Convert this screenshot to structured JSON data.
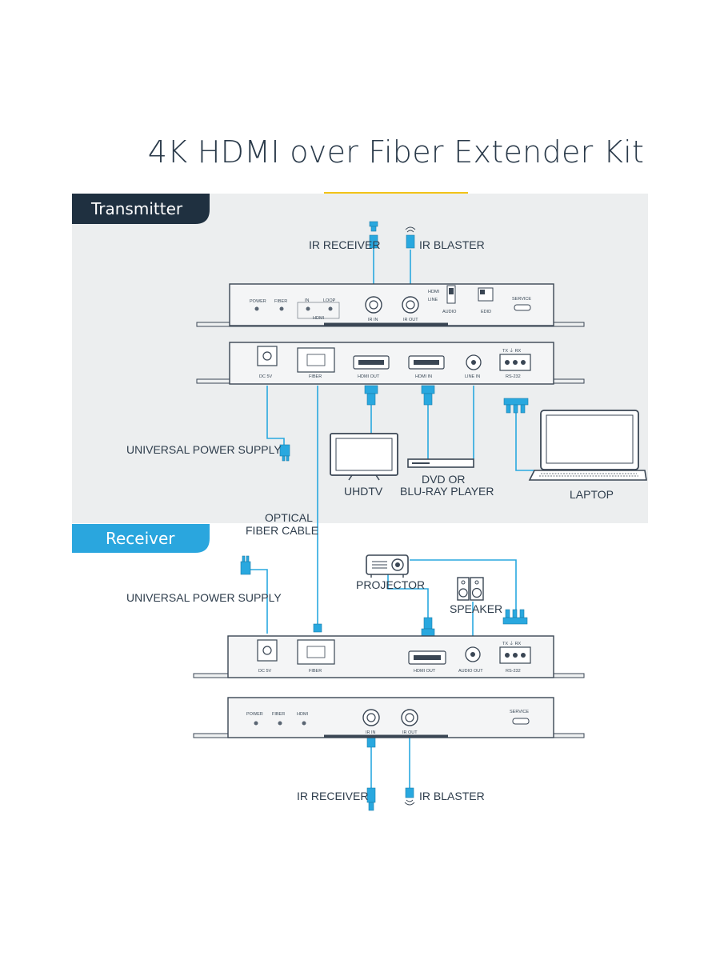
{
  "title": "4K HDMI over Fiber Extender Kit",
  "sections": {
    "transmitter": "Transmitter",
    "receiver": "Receiver"
  },
  "labels": {
    "tx_ir_receiver": "IR RECEIVER",
    "tx_ir_blaster": "IR BLASTER",
    "tx_power_supply": "UNIVERSAL POWER SUPPLY",
    "uhdtv": "UHDTV",
    "dvd_line1": "DVD OR",
    "dvd_line2": "BLU-RAY PLAYER",
    "laptop": "LAPTOP",
    "fiber_line1": "OPTICAL",
    "fiber_line2": "FIBER CABLE",
    "projector": "PROJECTOR",
    "speaker": "SPEAKER",
    "rx_power_supply": "UNIVERSAL POWER SUPPLY",
    "rx_ir_receiver": "IR RECEIVER",
    "rx_ir_blaster": "IR BLASTER"
  },
  "tx_front": {
    "power": "POWER",
    "fiber": "FIBER",
    "in": "IN",
    "loop": "LOOP",
    "hdmi": "HDMI",
    "ir_in": "IR IN",
    "ir_out": "IR OUT",
    "audio_hdmi": "HDMI",
    "audio_line": "LINE",
    "audio": "AUDIO",
    "edid": "EDID",
    "service": "SERVICE"
  },
  "tx_back": {
    "dc5v": "DC 5V",
    "fiber": "FIBER",
    "hdmi_out": "HDMI OUT",
    "hdmi_in": "HDMI IN",
    "line_in": "LINE  IN",
    "tx_rx": "TX  ⏚  RX",
    "rs232": "RS-232"
  },
  "rx_back": {
    "dc5v": "DC 5V",
    "fiber": "FIBER",
    "hdmi_out": "HDMI OUT",
    "audio_out": "AUDIO OUT",
    "tx_rx": "TX  ⏚  RX",
    "rs232": "RS-232"
  },
  "rx_front": {
    "power": "POWER",
    "fiber": "FIBER",
    "hdmi": "HDMI",
    "ir_in": "IR IN",
    "ir_out": "IR OUT",
    "service": "SERVICE"
  },
  "colors": {
    "cable": "#29a8df",
    "transmitter_tab": "#1f3040",
    "receiver_tab": "#2aa6de",
    "title_accent": "#f2c318",
    "device_outline": "#3a4654"
  }
}
